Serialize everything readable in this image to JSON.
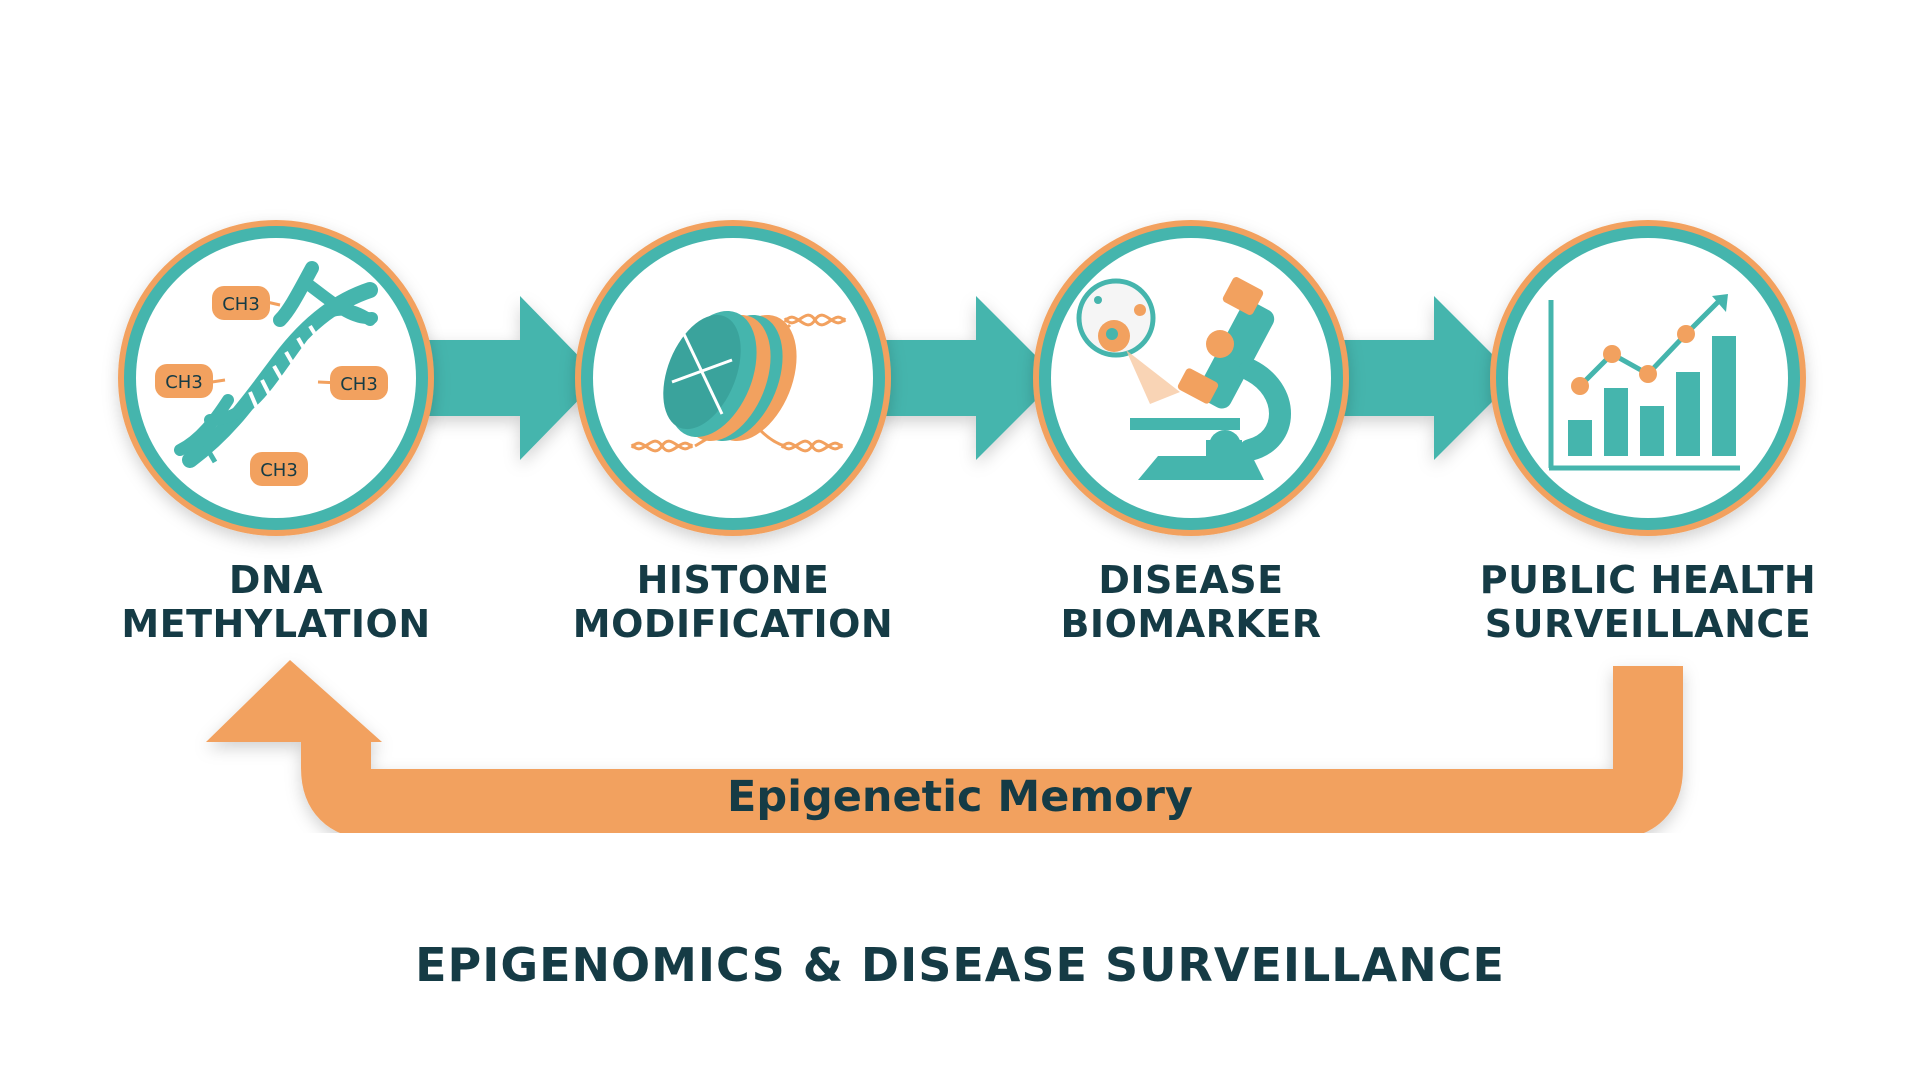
{
  "title": "EPIGENOMICS & DISEASE SURVEILLANCE",
  "colors": {
    "teal": "#45b5ad",
    "orange": "#f2a15f",
    "navy": "#153b45",
    "white": "#ffffff"
  },
  "steps": [
    {
      "id": "dna",
      "line1": "DNA",
      "line2": "METHYLATION",
      "icon": "dna-methylation-icon",
      "tags": [
        "CH3",
        "CH3",
        "CH3",
        "CH3"
      ]
    },
    {
      "id": "histone",
      "line1": "HISTONE",
      "line2": "MODIFICATION",
      "icon": "histone-icon"
    },
    {
      "id": "biomarker",
      "line1": "DISEASE",
      "line2": "BIOMARKER",
      "icon": "microscope-icon"
    },
    {
      "id": "surveillance",
      "line1": "PUBLIC HEALTH",
      "line2": "SURVEILLANCE",
      "icon": "bar-chart-trend-icon"
    }
  ],
  "loop": {
    "label": "Epigenetic Memory"
  }
}
